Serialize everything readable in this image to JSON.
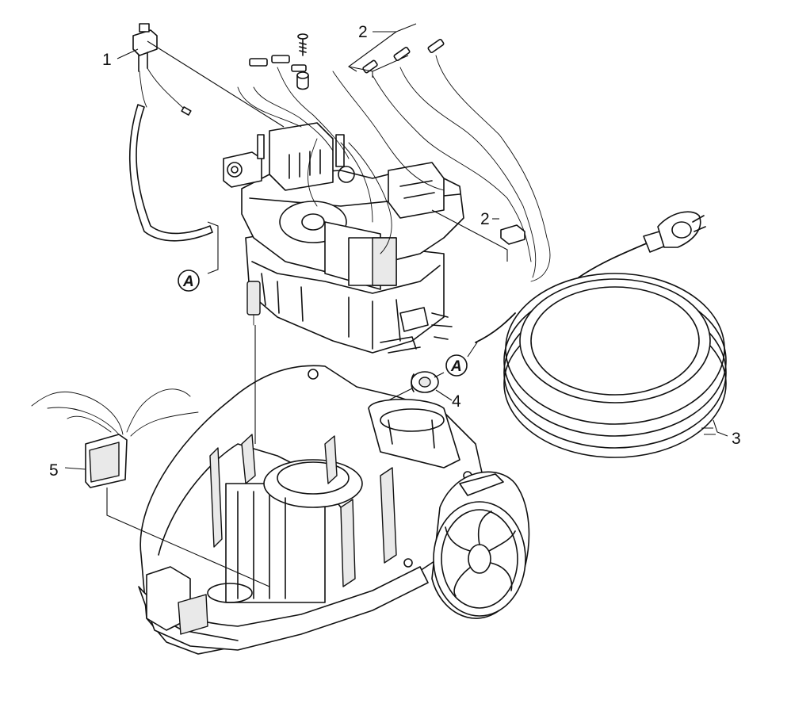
{
  "callouts": {
    "c1": "1",
    "c2a": "2",
    "c2b": "2",
    "c3": "3",
    "c4": "4",
    "c5": "5"
  },
  "references": {
    "a1": "A",
    "a2": "A"
  },
  "parts": [
    {
      "id": "1",
      "icon": "switch-icon"
    },
    {
      "id": "2",
      "icon": "connector-icon"
    },
    {
      "id": "3",
      "icon": "power-cord-icon"
    },
    {
      "id": "4",
      "icon": "grommet-icon"
    },
    {
      "id": "5",
      "icon": "switch-rocker-icon"
    }
  ],
  "colors": {
    "line": "#111111",
    "background": "#ffffff",
    "shade": "#e9e9e9"
  }
}
